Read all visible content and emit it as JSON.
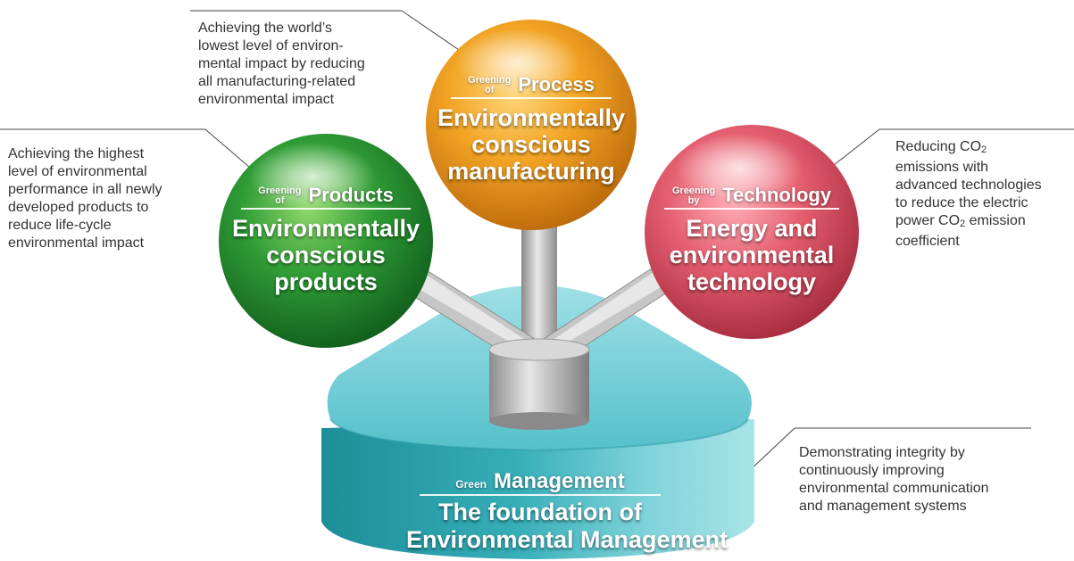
{
  "process": {
    "prefix_top": "Greening",
    "prefix_bottom": "of",
    "keyword": "Process",
    "title_lines": [
      "Environmentally",
      "conscious",
      "manufacturing"
    ],
    "description_lines": [
      "Achieving the world’s",
      "lowest level of environ-",
      "mental impact by reducing",
      "all manufacturing-related",
      "environmental impact"
    ]
  },
  "products": {
    "prefix_top": "Greening",
    "prefix_bottom": "of",
    "keyword": "Products",
    "title_lines": [
      "Environmentally",
      "conscious",
      "products"
    ],
    "description_lines": [
      "Achieving the highest",
      "level of environmental",
      "performance in all newly",
      "developed products to",
      "reduce life-cycle",
      "environmental impact"
    ]
  },
  "technology": {
    "prefix_top": "Greening",
    "prefix_bottom": "by",
    "keyword": "Technology",
    "title_lines": [
      "Energy and",
      "environmental",
      "technology"
    ],
    "description": {
      "line1_text": "Reducing CO",
      "line1_sub": "2",
      "line2": "emissions with",
      "line3": "advanced technologies",
      "line4": "to reduce the electric",
      "line5_text": "power CO",
      "line5_sub": "2",
      "line5_rest": " emission",
      "line6": "coefficient"
    }
  },
  "management": {
    "prefix": "Green",
    "keyword": "Management",
    "title_lines": [
      "The foundation of",
      "Environmental Management"
    ],
    "description_lines": [
      "Demonstrating integrity by",
      "continuously improving",
      "environmental communication",
      "and management systems"
    ]
  },
  "colors": {
    "process_ball": "#f0a020",
    "products_ball": "#2e9a3a",
    "technology_ball": "#e05a6a",
    "base": "#3ab8c4",
    "pipe": "#b8b8b8",
    "text": "#333333"
  }
}
